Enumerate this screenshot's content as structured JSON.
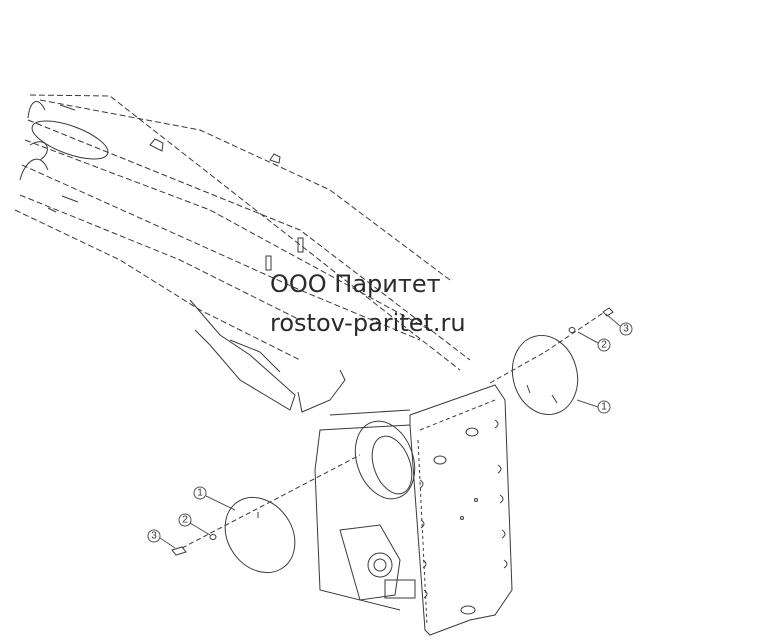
{
  "watermark": {
    "company": "ООО Паритет",
    "site": "rostov-paritet.ru"
  },
  "callouts": {
    "right_washer": "2",
    "right_bolt": "3",
    "right_cover": "1",
    "left_cover": "1",
    "left_washer": "2",
    "left_bolt": "3"
  },
  "colors": {
    "line": "#3a3a3a",
    "hidden_line": "#555555",
    "watermark": "#2b2b2b"
  }
}
